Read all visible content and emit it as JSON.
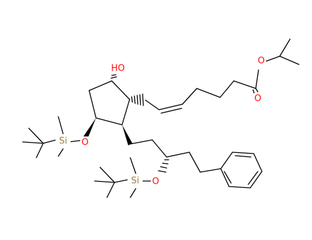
{
  "molecule": {
    "atom_labels": {
      "ester_carbonyl_oxygen": "O",
      "ester_alkoxy_oxygen": "O",
      "hydroxyl": "HO",
      "silyl_ether_oxygen_ring": "O",
      "silicon_ring": "Si",
      "silyl_ether_oxygen_chain": "O",
      "silicon_chain": "Si"
    },
    "colors": {
      "oxygen": "#ff0d0d",
      "silicon": "#a08040",
      "carbon_bond": "#000000"
    }
  }
}
